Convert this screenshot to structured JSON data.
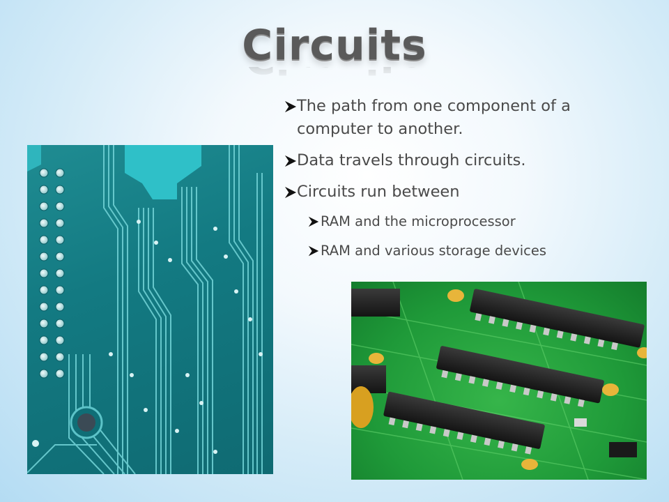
{
  "slide": {
    "title": "Circuits",
    "bullets": [
      {
        "level": 1,
        "text": "The path from one component of a computer to another."
      },
      {
        "level": 1,
        "text": "Data travels through circuits."
      },
      {
        "level": 1,
        "text": "Circuits run between"
      },
      {
        "level": 2,
        "text": "RAM and the microprocessor"
      },
      {
        "level": 2,
        "text": "RAM and various storage devices"
      }
    ],
    "bullet_icon": "arrow-bullet-icon",
    "images": {
      "left": "teal-circuit-board-photo",
      "right": "green-circuit-board-with-chips-photo"
    },
    "colors": {
      "title": "#5a5a5a",
      "text": "#4a4a4a",
      "background_center": "#ffffff",
      "background_edge": "#b4dcf3",
      "board_teal": "#137a82",
      "board_green": "#1f9a39"
    }
  }
}
